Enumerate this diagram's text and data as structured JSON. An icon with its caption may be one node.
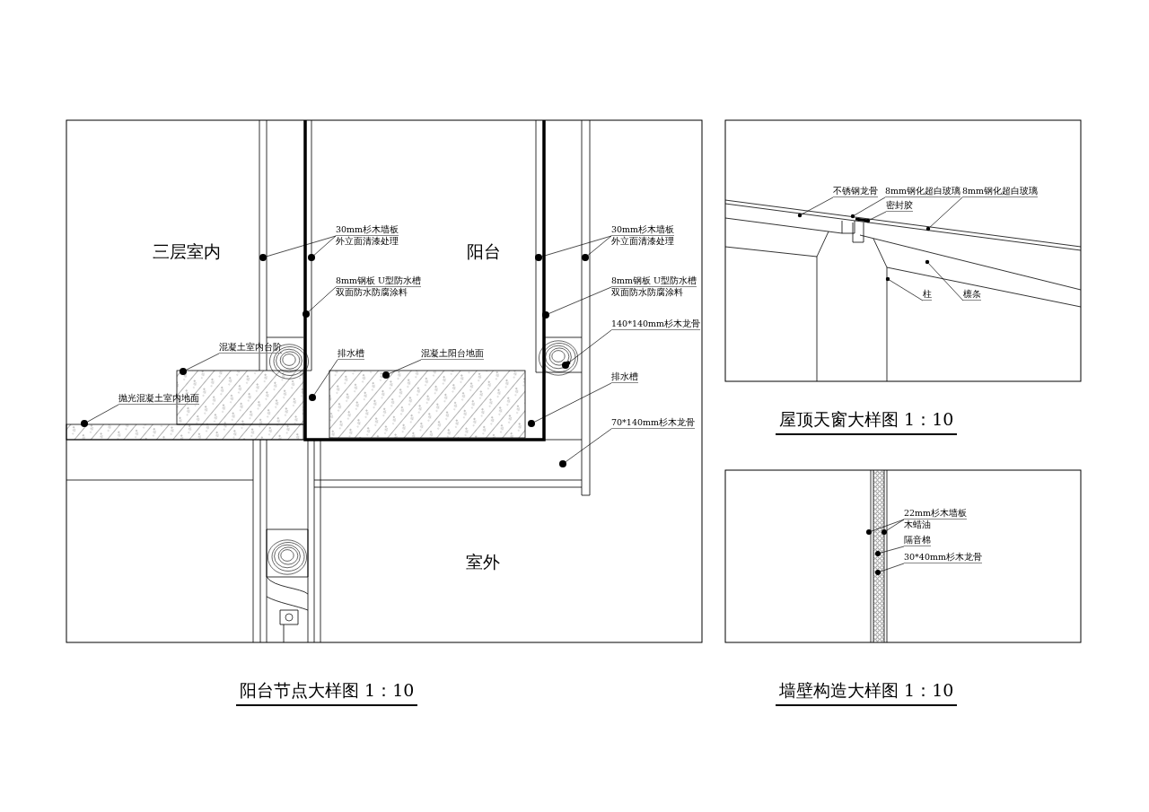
{
  "diagram": {
    "nodes": [
      {
        "text": [
          "30mm杉木墙板",
          "外立面清漆处理"
        ]
      },
      {
        "text": [
          "8mm钢板 U型防水槽",
          "双面防水防腐涂料"
        ]
      },
      {
        "text": [
          "混凝土室内台阶"
        ]
      },
      {
        "text": [
          "抛光混凝土室内地面"
        ]
      },
      {
        "text": [
          "排水槽"
        ]
      },
      {
        "text": [
          "混凝土阳台地面"
        ]
      },
      {
        "text": [
          "30mm杉木墙板",
          "外立面清漆处理"
        ]
      },
      {
        "text": [
          "8mm钢板 U型防水槽",
          "双面防水防腐涂料"
        ]
      },
      {
        "text": [
          "140*140mm杉木龙骨"
        ]
      },
      {
        "text": [
          "排水槽"
        ]
      },
      {
        "text": [
          "70*140mm杉木龙骨"
        ]
      },
      {
        "text": [
          "不锈钢龙骨"
        ]
      },
      {
        "text": [
          "8mm钢化超白玻璃"
        ]
      },
      {
        "text": [
          "8mm钢化超白玻璃"
        ]
      },
      {
        "text": [
          "密封胶"
        ]
      },
      {
        "text": [
          "柱"
        ]
      },
      {
        "text": [
          "檩条"
        ]
      },
      {
        "text": [
          "22mm杉木墙板",
          "木蜡油"
        ]
      },
      {
        "text": [
          "隔音棉"
        ]
      },
      {
        "text": [
          "30*40mm杉木龙骨"
        ]
      },
      {
        "text": [],
        "shape": "circle"
      },
      {
        "text": [],
        "shape": "circle"
      },
      {
        "text": [],
        "shape": "circle"
      },
      {
        "text": [],
        "shape": "circle"
      },
      {
        "text": [],
        "shape": "circle"
      },
      {
        "text": [],
        "shape": "circle"
      },
      {
        "text": [],
        "shape": "circle"
      },
      {
        "text": [],
        "shape": "circle"
      },
      {
        "text": [],
        "shape": "circle"
      },
      {
        "text": [],
        "shape": "circle"
      },
      {
        "text": [],
        "shape": "circle"
      },
      {
        "text": [],
        "shape": "circle"
      },
      {
        "text": [],
        "shape": "circle"
      },
      {
        "text": [],
        "shape": "circle"
      },
      {
        "text": [],
        "shape": "circle"
      },
      {
        "text": [],
        "shape": "circle"
      },
      {
        "text": [],
        "shape": "circle"
      },
      {
        "text": [],
        "shape": "circle"
      },
      {
        "text": [],
        "shape": "circle"
      },
      {
        "text": [],
        "shape": "circle"
      },
      {
        "text": [],
        "shape": "circle"
      },
      {
        "text": [],
        "shape": "circle"
      },
      {
        "text": [],
        "shape": "circle"
      }
    ],
    "edges": [
      {
        "from": 0,
        "to": 20,
        "arrow": "none"
      },
      {
        "from": 0,
        "to": 21,
        "arrow": "none"
      },
      {
        "from": 1,
        "to": 22,
        "arrow": "none"
      },
      {
        "from": 2,
        "to": 23,
        "arrow": "none"
      },
      {
        "from": 3,
        "to": 24,
        "arrow": "none"
      },
      {
        "from": 4,
        "to": 25,
        "arrow": "none"
      },
      {
        "from": 5,
        "to": 26,
        "arrow": "none"
      },
      {
        "from": 6,
        "to": 27,
        "arrow": "none"
      },
      {
        "from": 6,
        "to": 28,
        "arrow": "none"
      },
      {
        "from": 7,
        "to": 29,
        "arrow": "none"
      },
      {
        "from": 8,
        "to": 30,
        "arrow": "other"
      },
      {
        "from": 9,
        "to": 31,
        "arrow": "none"
      },
      {
        "from": 10,
        "to": 32,
        "arrow": "none"
      },
      {
        "from": 11,
        "to": 33,
        "arrow": "none"
      },
      {
        "from": 12,
        "to": 34,
        "arrow": "none"
      },
      {
        "from": 13,
        "to": 35,
        "arrow": "none"
      },
      {
        "from": 14,
        "to": 36,
        "arrow": "none"
      },
      {
        "from": 15,
        "to": 37,
        "arrow": "none"
      },
      {
        "from": 16,
        "to": 38,
        "arrow": "none"
      },
      {
        "from": 17,
        "to": 39,
        "arrow": "none"
      },
      {
        "from": 17,
        "to": 40,
        "arrow": "none"
      },
      {
        "from": 18,
        "to": 41,
        "arrow": "none"
      },
      {
        "from": 19,
        "to": 42,
        "arrow": "none"
      }
    ],
    "labels": [
      "三层室内",
      "阳台",
      "室外",
      "阳台节点大样图 1：10",
      "屋顶天窗大样图 1：10",
      "墙壁构造大样图 1：10"
    ]
  }
}
